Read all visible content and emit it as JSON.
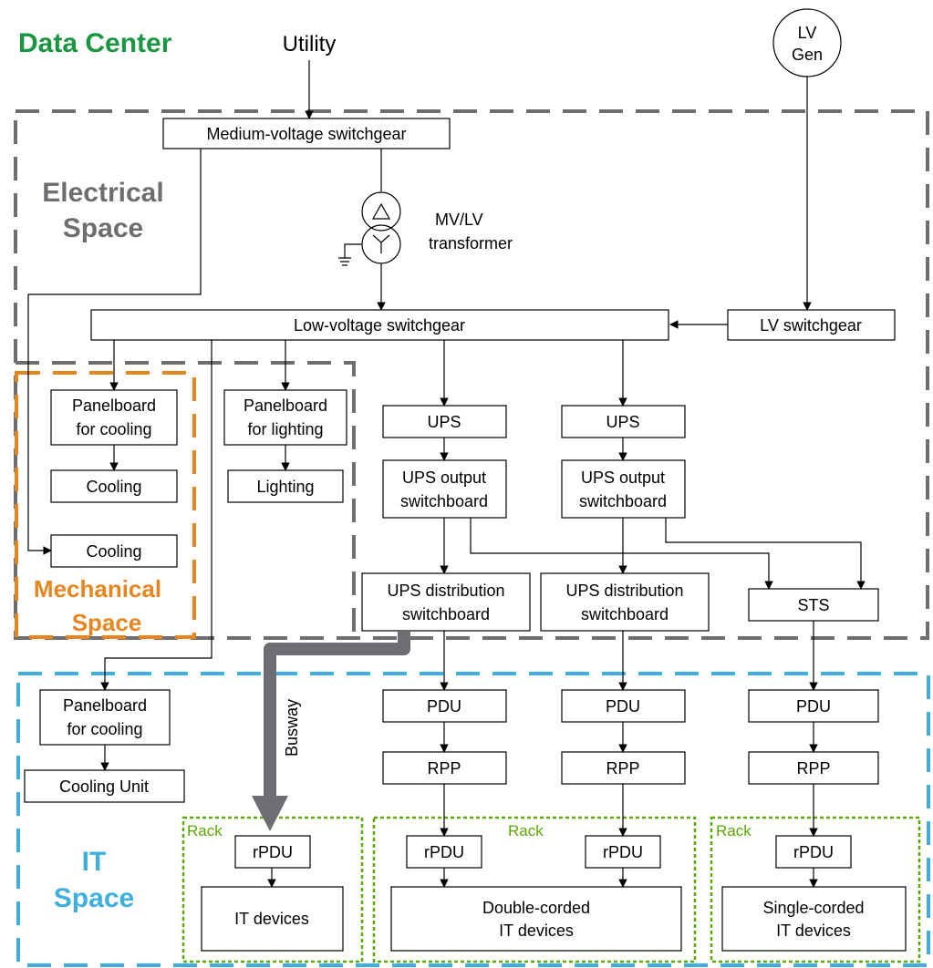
{
  "diagram": {
    "title": "Data Center",
    "utility": "Utility",
    "lv_gen": [
      "LV",
      "Gen"
    ],
    "mv_switchgear": "Medium-voltage switchgear",
    "transformer": [
      "MV/LV",
      "transformer"
    ],
    "lv_switchgear_main": "Low-voltage switchgear",
    "lv_switchgear_gen": "LV switchgear",
    "panelboard_cooling": [
      "Panelboard",
      "for cooling"
    ],
    "panelboard_lighting": [
      "Panelboard",
      "for lighting"
    ],
    "cooling": "Cooling",
    "lighting": "Lighting",
    "ups": "UPS",
    "ups_output": [
      "UPS output",
      "switchboard"
    ],
    "ups_distribution": [
      "UPS distribution",
      "switchboard"
    ],
    "sts": "STS",
    "pdu": "PDU",
    "rpp": "RPP",
    "rpdu": "rPDU",
    "rack": "Rack",
    "busway": "Busway",
    "cooling_unit": "Cooling Unit",
    "it_devices": "IT devices",
    "double_corded": [
      "Double-corded",
      "IT devices"
    ],
    "single_corded": [
      "Single-corded",
      "IT devices"
    ],
    "zones": {
      "electrical": [
        "Electrical",
        "Space"
      ],
      "mechanical": [
        "Mechanical",
        "Space"
      ],
      "it": [
        "IT",
        "Space"
      ]
    },
    "colors": {
      "title": "#1a9641",
      "electrical": "#6d6e71",
      "mechanical": "#e6861f",
      "it": "#3fb0dd",
      "rack": "#5aa800",
      "busway": "#6d6e71"
    }
  }
}
